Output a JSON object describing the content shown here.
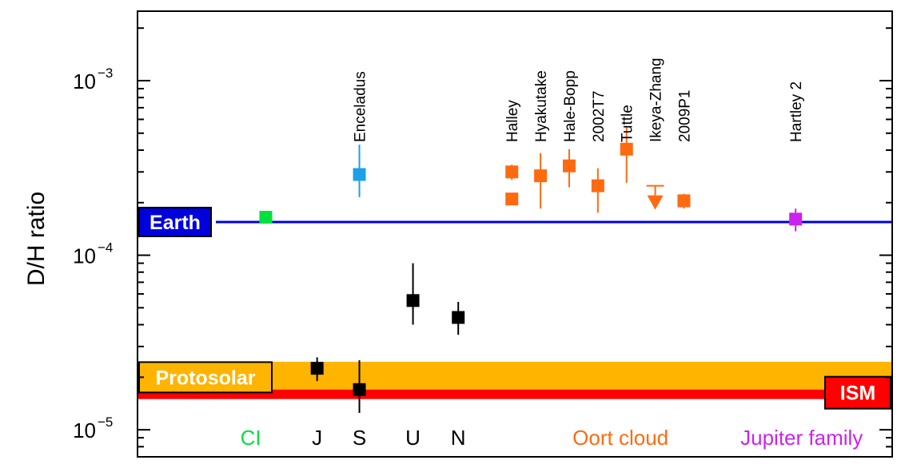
{
  "chart_data": {
    "type": "scatter",
    "ylabel": "D/H ratio",
    "yscale": "log",
    "ylim": [
      7e-06,
      0.0025
    ],
    "xlim": [
      0,
      100
    ],
    "y_ticks": [
      {
        "value": 0.001,
        "base": "10",
        "exp": "−3"
      },
      {
        "value": 0.0001,
        "base": "10",
        "exp": "−4"
      },
      {
        "value": 1e-05,
        "base": "10",
        "exp": "−5"
      }
    ],
    "bands": [
      {
        "name": "Earth",
        "kind": "line",
        "value": 0.000155,
        "color": "#0000dd"
      },
      {
        "name": "Protosolar",
        "kind": "band",
        "low": 1.7e-05,
        "high": 2.45e-05,
        "color": "#ffb400"
      },
      {
        "name": "ISM",
        "kind": "band",
        "low": 1.5e-05,
        "high": 1.7e-05,
        "color": "#ff0000"
      }
    ],
    "categories": [
      {
        "label": "CI",
        "x": 15.0,
        "color": "#00e040"
      },
      {
        "label": "J",
        "x": 23.8,
        "color": "#000000"
      },
      {
        "label": "S",
        "x": 29.4,
        "color": "#000000"
      },
      {
        "label": "U",
        "x": 36.5,
        "color": "#000000"
      },
      {
        "label": "N",
        "x": 42.5,
        "color": "#000000"
      },
      {
        "label": "Oort cloud",
        "x": 64.0,
        "color": "#ff6a10"
      },
      {
        "label": "Jupiter family",
        "x": 88.0,
        "color": "#cc22ee"
      }
    ],
    "points": [
      {
        "name": "CI",
        "x": 17.0,
        "y": 0.000165,
        "color": "#00e040",
        "label": ""
      },
      {
        "name": "J",
        "x": 23.8,
        "y": 2.25e-05,
        "ylow": 1.9e-05,
        "yhigh": 2.6e-05,
        "color": "#000000",
        "label": ""
      },
      {
        "name": "S",
        "x": 29.4,
        "y": 1.7e-05,
        "ylow": 1.25e-05,
        "yhigh": 2.5e-05,
        "color": "#000000",
        "label": ""
      },
      {
        "name": "U",
        "x": 36.5,
        "y": 5.5e-05,
        "ylow": 4e-05,
        "yhigh": 9e-05,
        "color": "#000000",
        "label": ""
      },
      {
        "name": "N",
        "x": 42.5,
        "y": 4.4e-05,
        "ylow": 3.5e-05,
        "yhigh": 5.4e-05,
        "color": "#000000",
        "label": ""
      },
      {
        "name": "Enceladus",
        "x": 29.4,
        "y": 0.00029,
        "ylow": 0.000215,
        "yhigh": 0.00043,
        "color": "#1ea0e8",
        "label": "Enceladus"
      },
      {
        "name": "Halley-a",
        "x": 49.6,
        "y": 0.0003,
        "ylow": 0.00027,
        "yhigh": 0.00033,
        "color": "#ff6a10",
        "label": "Halley"
      },
      {
        "name": "Halley-b",
        "x": 49.6,
        "y": 0.00021,
        "color": "#ff6a10",
        "label": ""
      },
      {
        "name": "Hyakutake",
        "x": 53.4,
        "y": 0.000285,
        "ylow": 0.000185,
        "yhigh": 0.000385,
        "color": "#ff6a10",
        "label": "Hyakutake"
      },
      {
        "name": "Hale-Bopp",
        "x": 57.2,
        "y": 0.000325,
        "ylow": 0.000245,
        "yhigh": 0.000405,
        "color": "#ff6a10",
        "label": "Hale-Bopp"
      },
      {
        "name": "2002T7",
        "x": 61.0,
        "y": 0.00025,
        "ylow": 0.000175,
        "yhigh": 0.000315,
        "color": "#ff6a10",
        "label": "2002T7"
      },
      {
        "name": "Tuttle",
        "x": 64.8,
        "y": 0.000405,
        "ylow": 0.00026,
        "yhigh": 0.00055,
        "color": "#ff6a10",
        "label": "Tuttle"
      },
      {
        "name": "Ikeya-Zhang",
        "x": 68.6,
        "y": 0.00025,
        "upper_limit": true,
        "color": "#ff6a10",
        "label": "Ikeya-Zhang"
      },
      {
        "name": "2009P1",
        "x": 72.4,
        "y": 0.000205,
        "ylow": 0.000185,
        "yhigh": 0.000225,
        "color": "#ff6a10",
        "label": "2009P1"
      },
      {
        "name": "Hartley 2",
        "x": 87.2,
        "y": 0.000161,
        "ylow": 0.000137,
        "yhigh": 0.000185,
        "color": "#cc22ee",
        "label": "Hartley 2"
      }
    ]
  }
}
